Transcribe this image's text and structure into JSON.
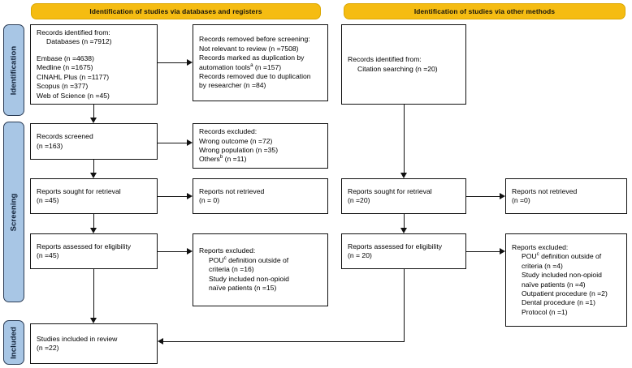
{
  "banners": [
    {
      "id": "databases-registers",
      "text": "Identification of studies via databases and registers"
    },
    {
      "id": "other-methods",
      "text": "Identification of studies via other methods"
    }
  ],
  "stages": [
    {
      "id": "identification",
      "label": "Identification"
    },
    {
      "id": "screening",
      "label": "Screening"
    },
    {
      "id": "included",
      "label": "Included"
    }
  ],
  "boxes": {
    "records_identified_db": {
      "line1": "Records identified from:",
      "line2": "Databases (n =7912)",
      "sources": [
        "Embase (n =4638)",
        "Medline (n =1675)",
        "CINAHL Plus (n =1177)",
        "Scopus (n =377)",
        "Web of Science (n =45)"
      ]
    },
    "records_removed": {
      "line1": "Records removed before screening:",
      "line2": "Not relevant to review (n =7508)",
      "line3a": "Records marked as duplication by",
      "line3b_pre": "automation tools",
      "line3b_sup": "a",
      "line3b_post": " (n =157)",
      "line4a": "Records removed due to duplication",
      "line4b": "by researcher (n =84)"
    },
    "records_screened": {
      "line1": "Records screened",
      "line2": "(n =163)"
    },
    "records_excluded": {
      "line1": "Records excluded:",
      "line2": "Wrong outcome (n =72)",
      "line3": "Wrong population (n =35)",
      "line4_pre": "Others",
      "line4_sup": "b",
      "line4_post": " (n =11)"
    },
    "reports_sought_db": {
      "line1": "Reports sought for retrieval",
      "line2": "(n =45)"
    },
    "reports_not_retrieved_db": {
      "line1": "Reports not retrieved",
      "line2": "(n = 0)"
    },
    "reports_assessed_db": {
      "line1": "Reports assessed for eligibility",
      "line2": "(n =45)"
    },
    "reports_excluded_db": {
      "line1": "Reports excluded:",
      "line2a_pre": "POU",
      "line2a_sup": "c",
      "line2a_post": " definition outside of",
      "line2b": "criteria (n =16)",
      "line3a": "Study included non-opioid",
      "line3b": "naïve patients (n =15)"
    },
    "records_identified_other": {
      "line1": "Records identified from:",
      "line2": "Citation searching (n =20)"
    },
    "reports_sought_other": {
      "line1": "Reports sought for retrieval",
      "line2": "(n =20)"
    },
    "reports_not_retrieved_other": {
      "line1": "Reports not retrieved",
      "line2": "(n =0)"
    },
    "reports_assessed_other": {
      "line1": "Reports assessed for eligibility",
      "line2": "(n = 20)"
    },
    "reports_excluded_other": {
      "line1": "Reports excluded:",
      "line2a_pre": "POU",
      "line2a_sup": "c",
      "line2a_post": " definition outside of",
      "line2b": "criteria (n =4)",
      "line3a": "Study included non-opioid",
      "line3b": "naïve patients (n =4)",
      "line4": "Outpatient procedure (n =2)",
      "line5": "Dental procedure (n =1)",
      "line6": "Protocol (n =1)"
    },
    "studies_included": {
      "line1": "Studies included in review",
      "line2": "(n =22)"
    }
  },
  "colors": {
    "banner_fill": "#f5bc12",
    "stage_fill": "#a8c6e5",
    "stage_border": "#2b3c55",
    "box_border": "#111111"
  }
}
